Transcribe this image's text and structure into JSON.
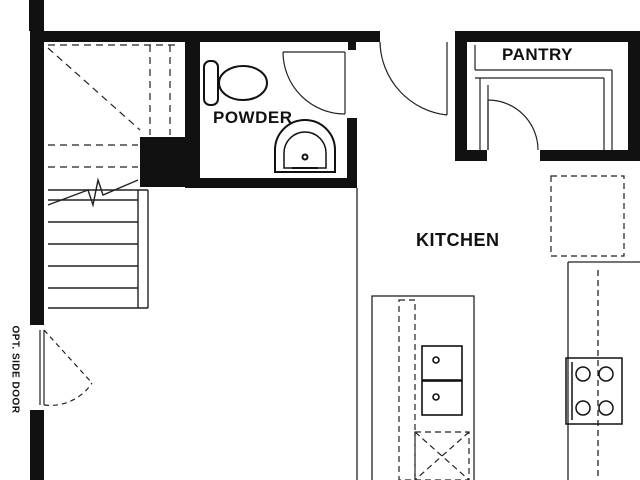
{
  "rooms": {
    "powder": "POWDER",
    "pantry": "PANTRY",
    "kitchen": "KITCHEN"
  },
  "notes": {
    "side_door": "OPT. SIDE DOOR"
  },
  "colors": {
    "wall": "#111111",
    "line": "#222222",
    "background": "#ffffff"
  }
}
